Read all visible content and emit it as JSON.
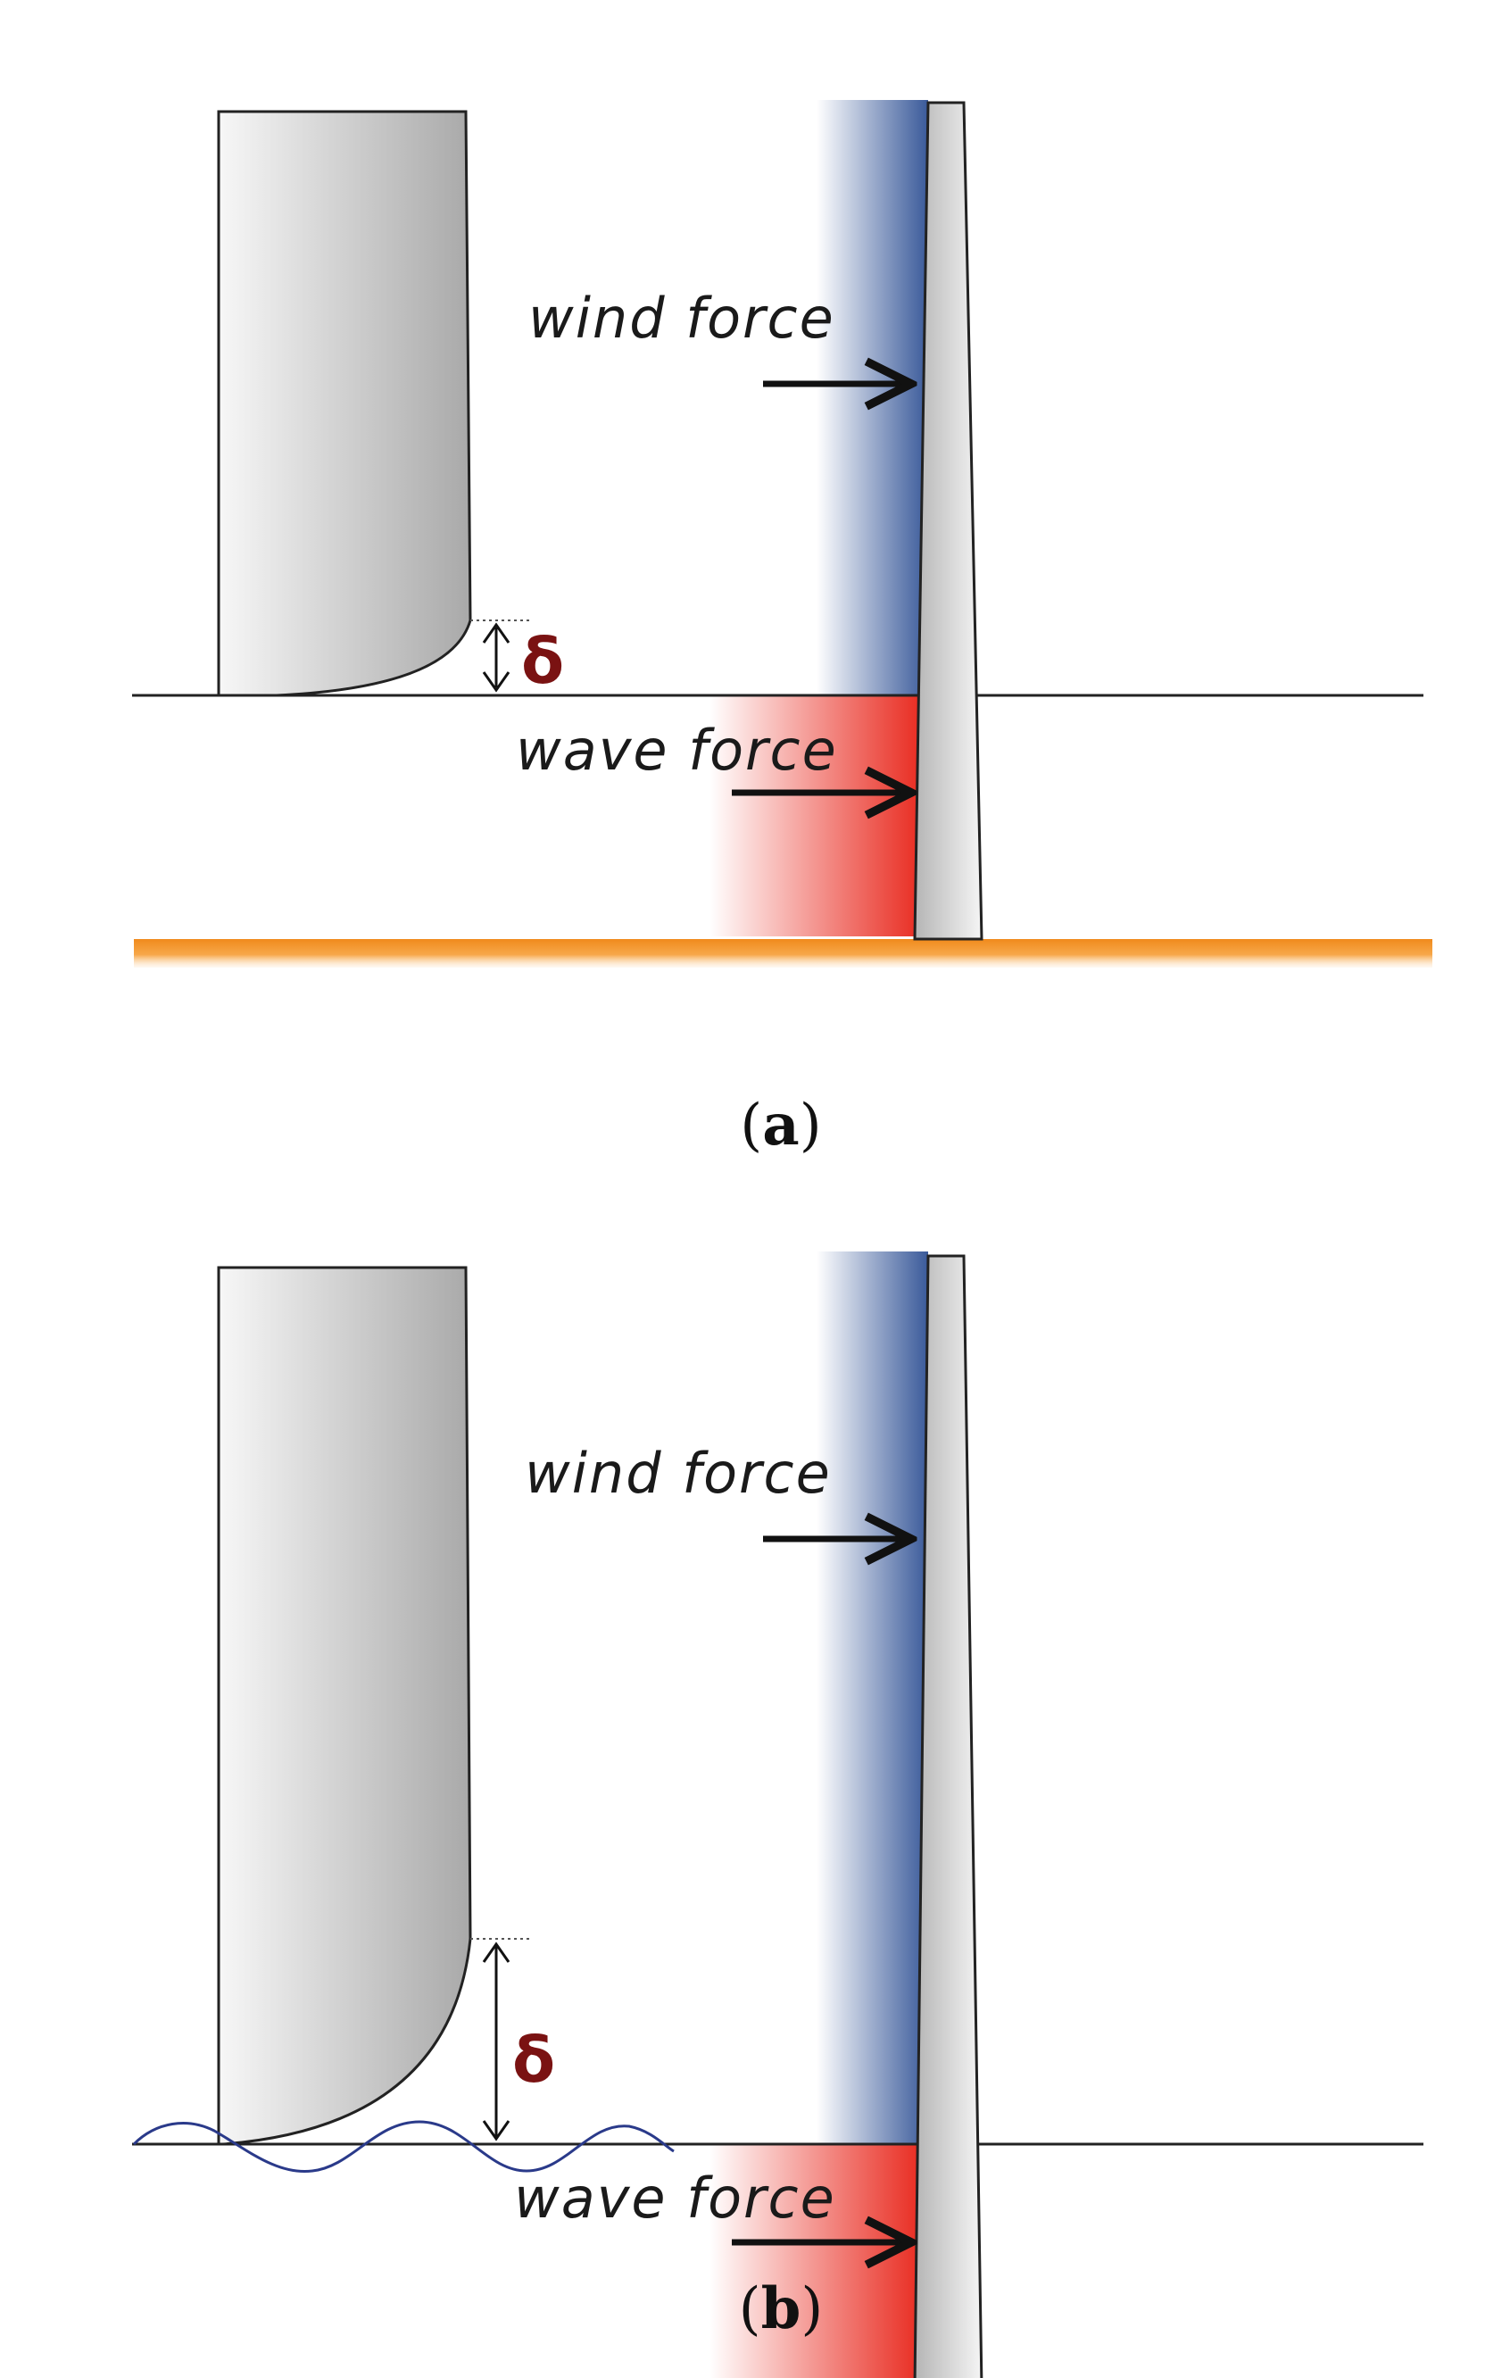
{
  "panels": [
    {
      "id": "a",
      "caption_open": "(",
      "caption_letter": "a",
      "caption_close": ")",
      "wind_label": "wind force",
      "wave_label": "wave force",
      "delta_symbol": "δ",
      "surface": "calm"
    },
    {
      "id": "b",
      "caption_open": "(",
      "caption_letter": "b",
      "caption_close": ")",
      "wind_label": "wind force",
      "wave_label": "wave force",
      "delta_symbol": "δ",
      "surface": "waves"
    }
  ],
  "colors": {
    "wind_gradient": "#3a5a9a",
    "wave_gradient": "#e8251a",
    "seabed": "#f08a1c",
    "wave_line": "#2a3a8a",
    "delta": "#7a1212"
  }
}
